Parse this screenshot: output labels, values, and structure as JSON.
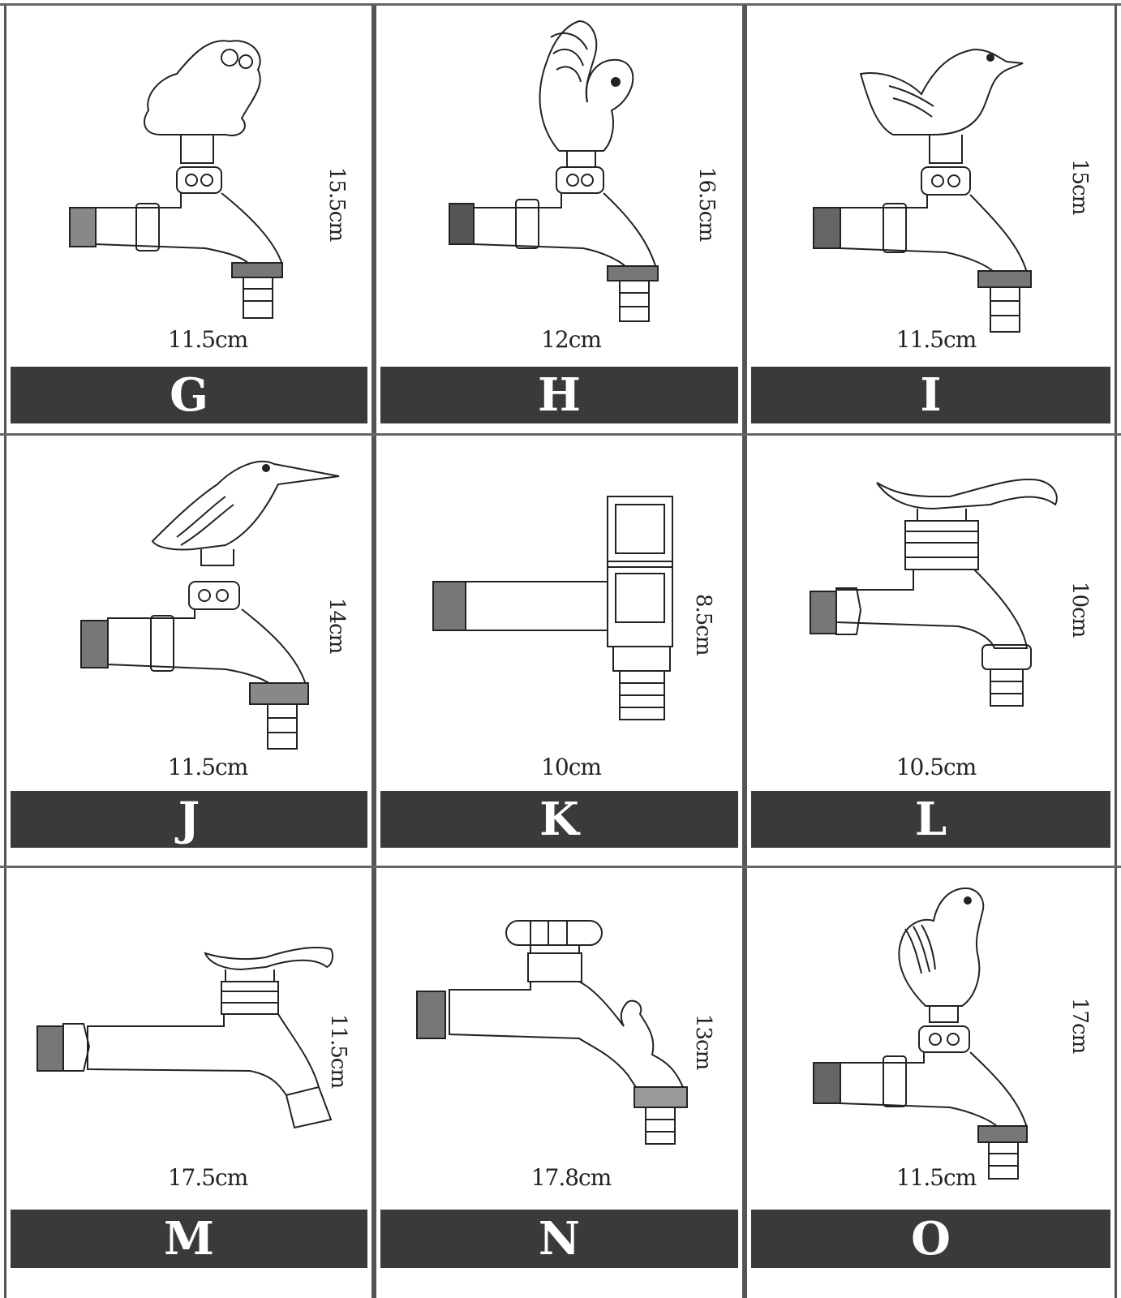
{
  "cells": [
    {
      "letter": "G",
      "width": "11.5cm",
      "height": "15.5cm",
      "icon": "frog-faucet-icon"
    },
    {
      "letter": "H",
      "width": "12cm",
      "height": "16.5cm",
      "icon": "squirrel-faucet-icon"
    },
    {
      "letter": "I",
      "width": "11.5cm",
      "height": "15cm",
      "icon": "duck-faucet-icon"
    },
    {
      "letter": "J",
      "width": "11.5cm",
      "height": "14cm",
      "icon": "kingfisher-faucet-icon"
    },
    {
      "letter": "K",
      "width": "10cm",
      "height": "8.5cm",
      "icon": "square-handle-faucet-icon"
    },
    {
      "letter": "L",
      "width": "10.5cm",
      "height": "10cm",
      "icon": "lever-faucet-icon"
    },
    {
      "letter": "M",
      "width": "17.5cm",
      "height": "11.5cm",
      "icon": "long-lever-faucet-icon"
    },
    {
      "letter": "N",
      "width": "17.8cm",
      "height": "13cm",
      "icon": "dog-faucet-icon"
    },
    {
      "letter": "O",
      "width": "11.5cm",
      "height": "17cm",
      "icon": "rooster-faucet-icon"
    }
  ],
  "colors": {
    "bar": "#3a3a3a",
    "bar_text": "#ffffff",
    "line": "#555555"
  }
}
